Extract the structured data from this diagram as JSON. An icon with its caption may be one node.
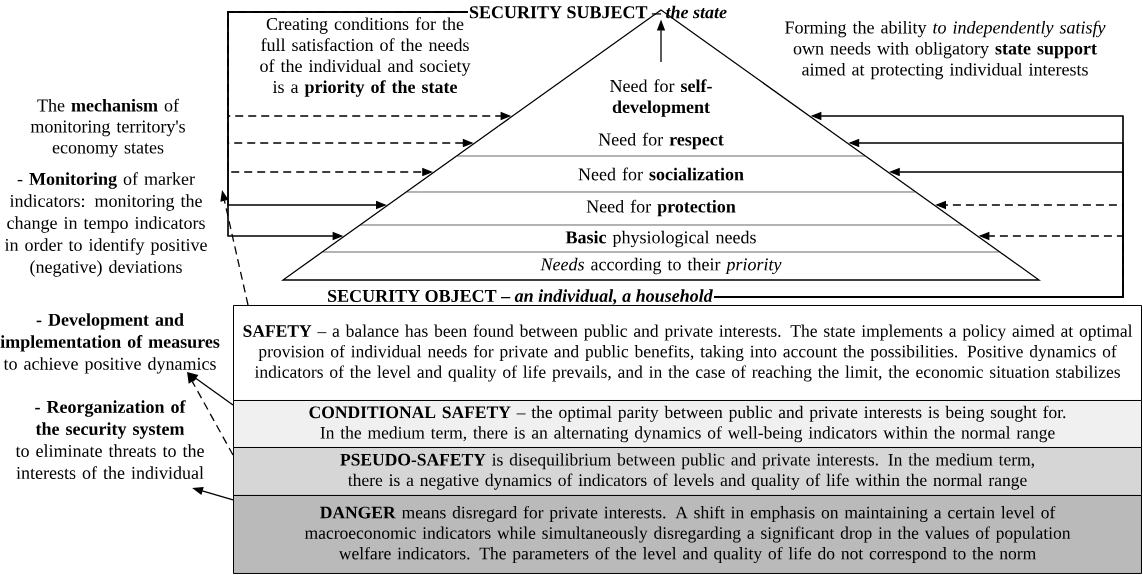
{
  "diagram": {
    "nodes": [
      {
        "text": [
          "SECURITY SUBJECT – *the state*"
        ]
      },
      {
        "text": [
          "Need for **self-development**"
        ]
      },
      {
        "text": [
          "Need for **respect**"
        ]
      },
      {
        "text": [
          "Need for **socialization**"
        ]
      },
      {
        "text": [
          "Need for **protection**"
        ]
      },
      {
        "text": [
          "**Basic** physiological needs"
        ]
      },
      {
        "text": [
          "*Needs* according to their *priority*"
        ]
      },
      {
        "text": [
          "SECURITY OBJECT – *an individual, a household*"
        ]
      },
      {
        "text": [
          "- **Monitoring** of marker indicators: monitoring the change in tempo indicators in order to identify positive (negative) deviations"
        ]
      },
      {
        "text": [
          "- Development and implementation of measures",
          "to achieve positive dynamics"
        ]
      },
      {
        "text": [
          "- Reorganization of the security system",
          "to eliminate threats to the interests of the individual"
        ]
      },
      {
        "text": [
          "**SAFETY** – a balance has been found between public and private interests. The state implements a policy aimed at optimal provision of individual needs for private and public benefits, taking into account the possibilities. Positive dynamics of indicators of the level and quality of life prevails, and in the case of reaching the limit, the economic situation stabilizes"
        ]
      },
      {
        "text": [
          "**CONDITIONAL SAFETY** – the optimal parity between public and private interests is being sought for. In the medium term, there is an alternating dynamics of well-being indicators within the normal range"
        ]
      },
      {
        "text": [
          "**PSEUDO-SAFETY** is disequilibrium between public and private interests. In the medium term, there is a negative dynamics of indicators of levels and quality of life within the normal range"
        ]
      },
      {
        "text": [
          "**DANGER** means disregard for private interests. A shift in emphasis on maintaining a certain level of macroeconomic indicators while simultaneously disregarding a significant drop in the values of population welfare indicators. The parameters of the level and quality of life do not correspond to the norm"
        ]
      }
    ],
    "edges": [
      {
        "from": 0,
        "to": 1,
        "arrow": "to",
        "style": "dashed"
      },
      {
        "from": 0,
        "to": 2,
        "arrow": "to",
        "style": "dashed"
      },
      {
        "from": 0,
        "to": 3,
        "arrow": "to",
        "style": "dashed"
      },
      {
        "from": 0,
        "to": 4,
        "arrow": "to"
      },
      {
        "from": 0,
        "to": 5,
        "arrow": "to"
      },
      {
        "from": 7,
        "to": 1,
        "arrow": "to"
      },
      {
        "from": 7,
        "to": 2,
        "arrow": "to"
      },
      {
        "from": 7,
        "to": 3,
        "arrow": "to"
      },
      {
        "from": 7,
        "to": 4,
        "arrow": "to",
        "style": "dashed"
      },
      {
        "from": 7,
        "to": 5,
        "arrow": "to",
        "style": "dashed"
      },
      {
        "from": 1,
        "to": 0,
        "arrow": "to"
      },
      {
        "from": 11,
        "to": 8,
        "arrow": "to",
        "style": "dashed"
      },
      {
        "from": 12,
        "to": 9,
        "arrow": "to"
      },
      {
        "from": 13,
        "to": 9,
        "arrow": "to",
        "style": "dashed"
      },
      {
        "from": 14,
        "to": 10,
        "arrow": "to"
      }
    ],
    "labels": [
      "Creating conditions for the full satisfaction of the needs of the individual and society is a **priority of the state**",
      "Forming the ability *to independently satisfy* own needs with obligatory **state support** aimed at protecting individual interests",
      "The **mechanism** of monitoring territory's economy states"
    ]
  }
}
